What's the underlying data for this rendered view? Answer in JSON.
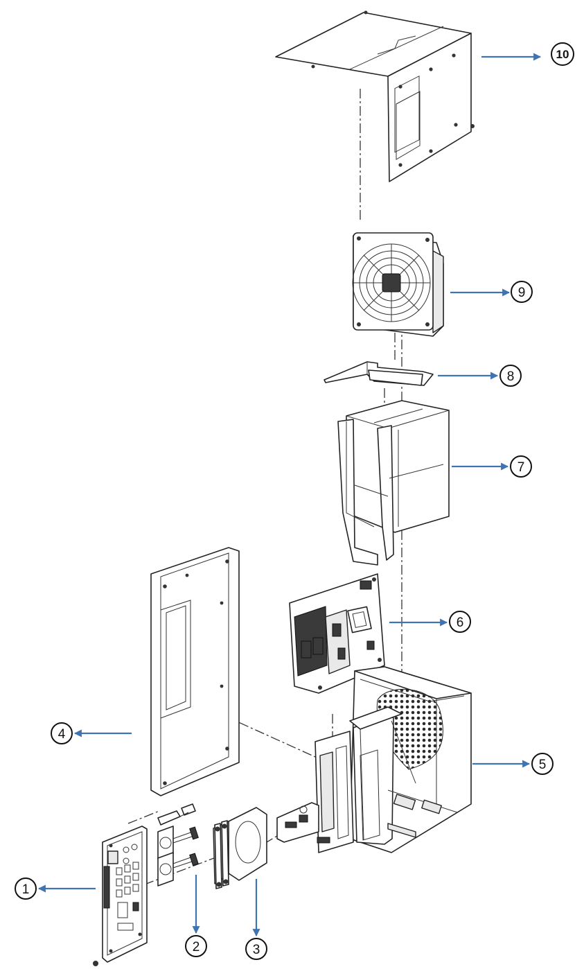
{
  "callouts": [
    {
      "id": "1",
      "label": "1"
    },
    {
      "id": "2",
      "label": "2"
    },
    {
      "id": "3",
      "label": "3"
    },
    {
      "id": "4",
      "label": "4"
    },
    {
      "id": "5",
      "label": "5"
    },
    {
      "id": "6",
      "label": "6"
    },
    {
      "id": "7",
      "label": "7"
    },
    {
      "id": "8",
      "label": "8"
    },
    {
      "id": "9",
      "label": "9"
    },
    {
      "id": "10",
      "label": "10"
    }
  ],
  "colors": {
    "arrow": "#3f74b0",
    "line": "#222222",
    "background": "#ffffff"
  }
}
